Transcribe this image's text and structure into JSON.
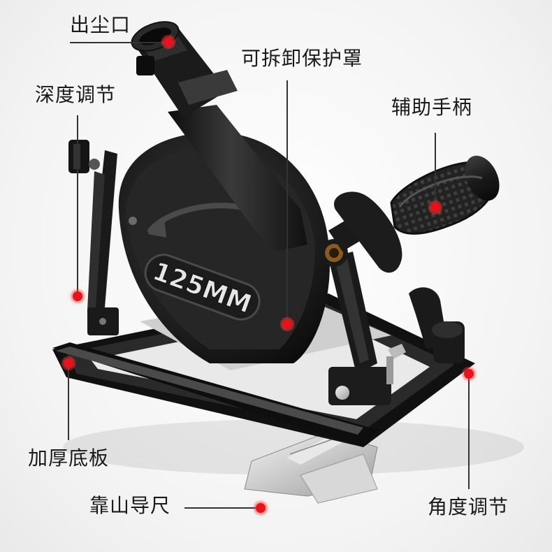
{
  "callouts": {
    "dust_outlet": "出尘口",
    "depth_adjust": "深度调节",
    "removable_guard": "可拆卸保护罩",
    "aux_handle": "辅助手柄",
    "base_plate": "加厚底板",
    "guide_ruler": "靠山导尺",
    "angle_adjust": "角度调节"
  },
  "product": {
    "guard_marking": "125MM"
  },
  "colors": {
    "callout_dot": "#e3141b",
    "leader_line": "#333333",
    "product_body": "#1d1d1d"
  }
}
